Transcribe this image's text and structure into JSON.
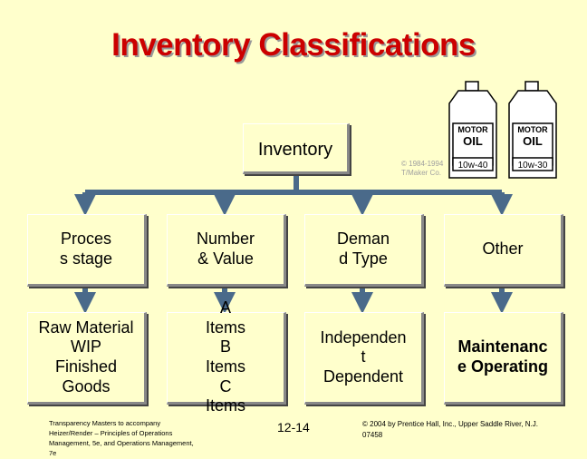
{
  "title": "Inventory Classifications",
  "root": {
    "label": "Inventory"
  },
  "categories": [
    {
      "label": "Proces\ns stage"
    },
    {
      "label": "Number\n& Value"
    },
    {
      "label": "Deman\nd Type"
    },
    {
      "label": "Other"
    }
  ],
  "details": [
    {
      "label": "Raw Material\nWIP\nFinished\nGoods",
      "bold": false
    },
    {
      "label": "A\nItems\nB\nItems\nC\nItems",
      "bold": false
    },
    {
      "label": "Independen\nt\nDependent",
      "bold": false
    },
    {
      "label": "Maintenanc\ne Operating",
      "bold": true
    }
  ],
  "clipart": {
    "copyright": "© 1984-1994\nT/Maker Co.",
    "cans": [
      {
        "line1": "MOTOR",
        "line2": "OIL",
        "grade": "10w-40"
      },
      {
        "line1": "MOTOR",
        "line2": "OIL",
        "grade": "10w-30"
      }
    ]
  },
  "footer": {
    "left": "Transparency Masters to accompany\nHeizer/Render – Principles of Operations\nManagement, 5e, and Operations Management,\n7e",
    "page": "12-14",
    "right": "© 2004 by Prentice Hall, Inc., Upper Saddle River, N.J.\n07458"
  },
  "colors": {
    "background": "#ffffcc",
    "title": "#cc0000",
    "connector": "#4a6a8a"
  }
}
